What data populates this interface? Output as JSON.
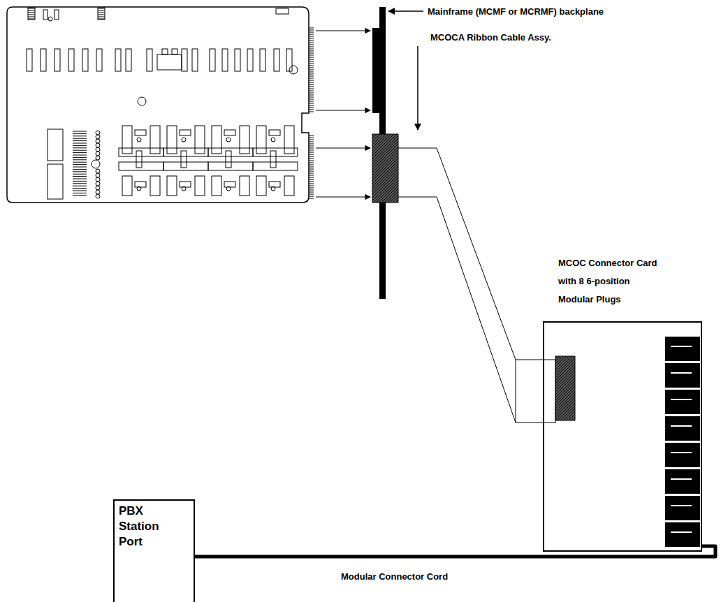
{
  "diagram": {
    "nodes": [
      {
        "text": [
          "MCOC Connector Card with 8 6-position Modular Plugs"
        ]
      },
      {
        "text": [
          "PBX Station Port"
        ]
      }
    ],
    "edges": [
      {
        "from": 1,
        "to": 0,
        "arrow": "none",
        "label": "Modular Connector Cord"
      }
    ],
    "labels": [
      "Mainframe (MCMF or MCRMF) backplane",
      "MCOCA Ribbon Cable Assy."
    ]
  }
}
